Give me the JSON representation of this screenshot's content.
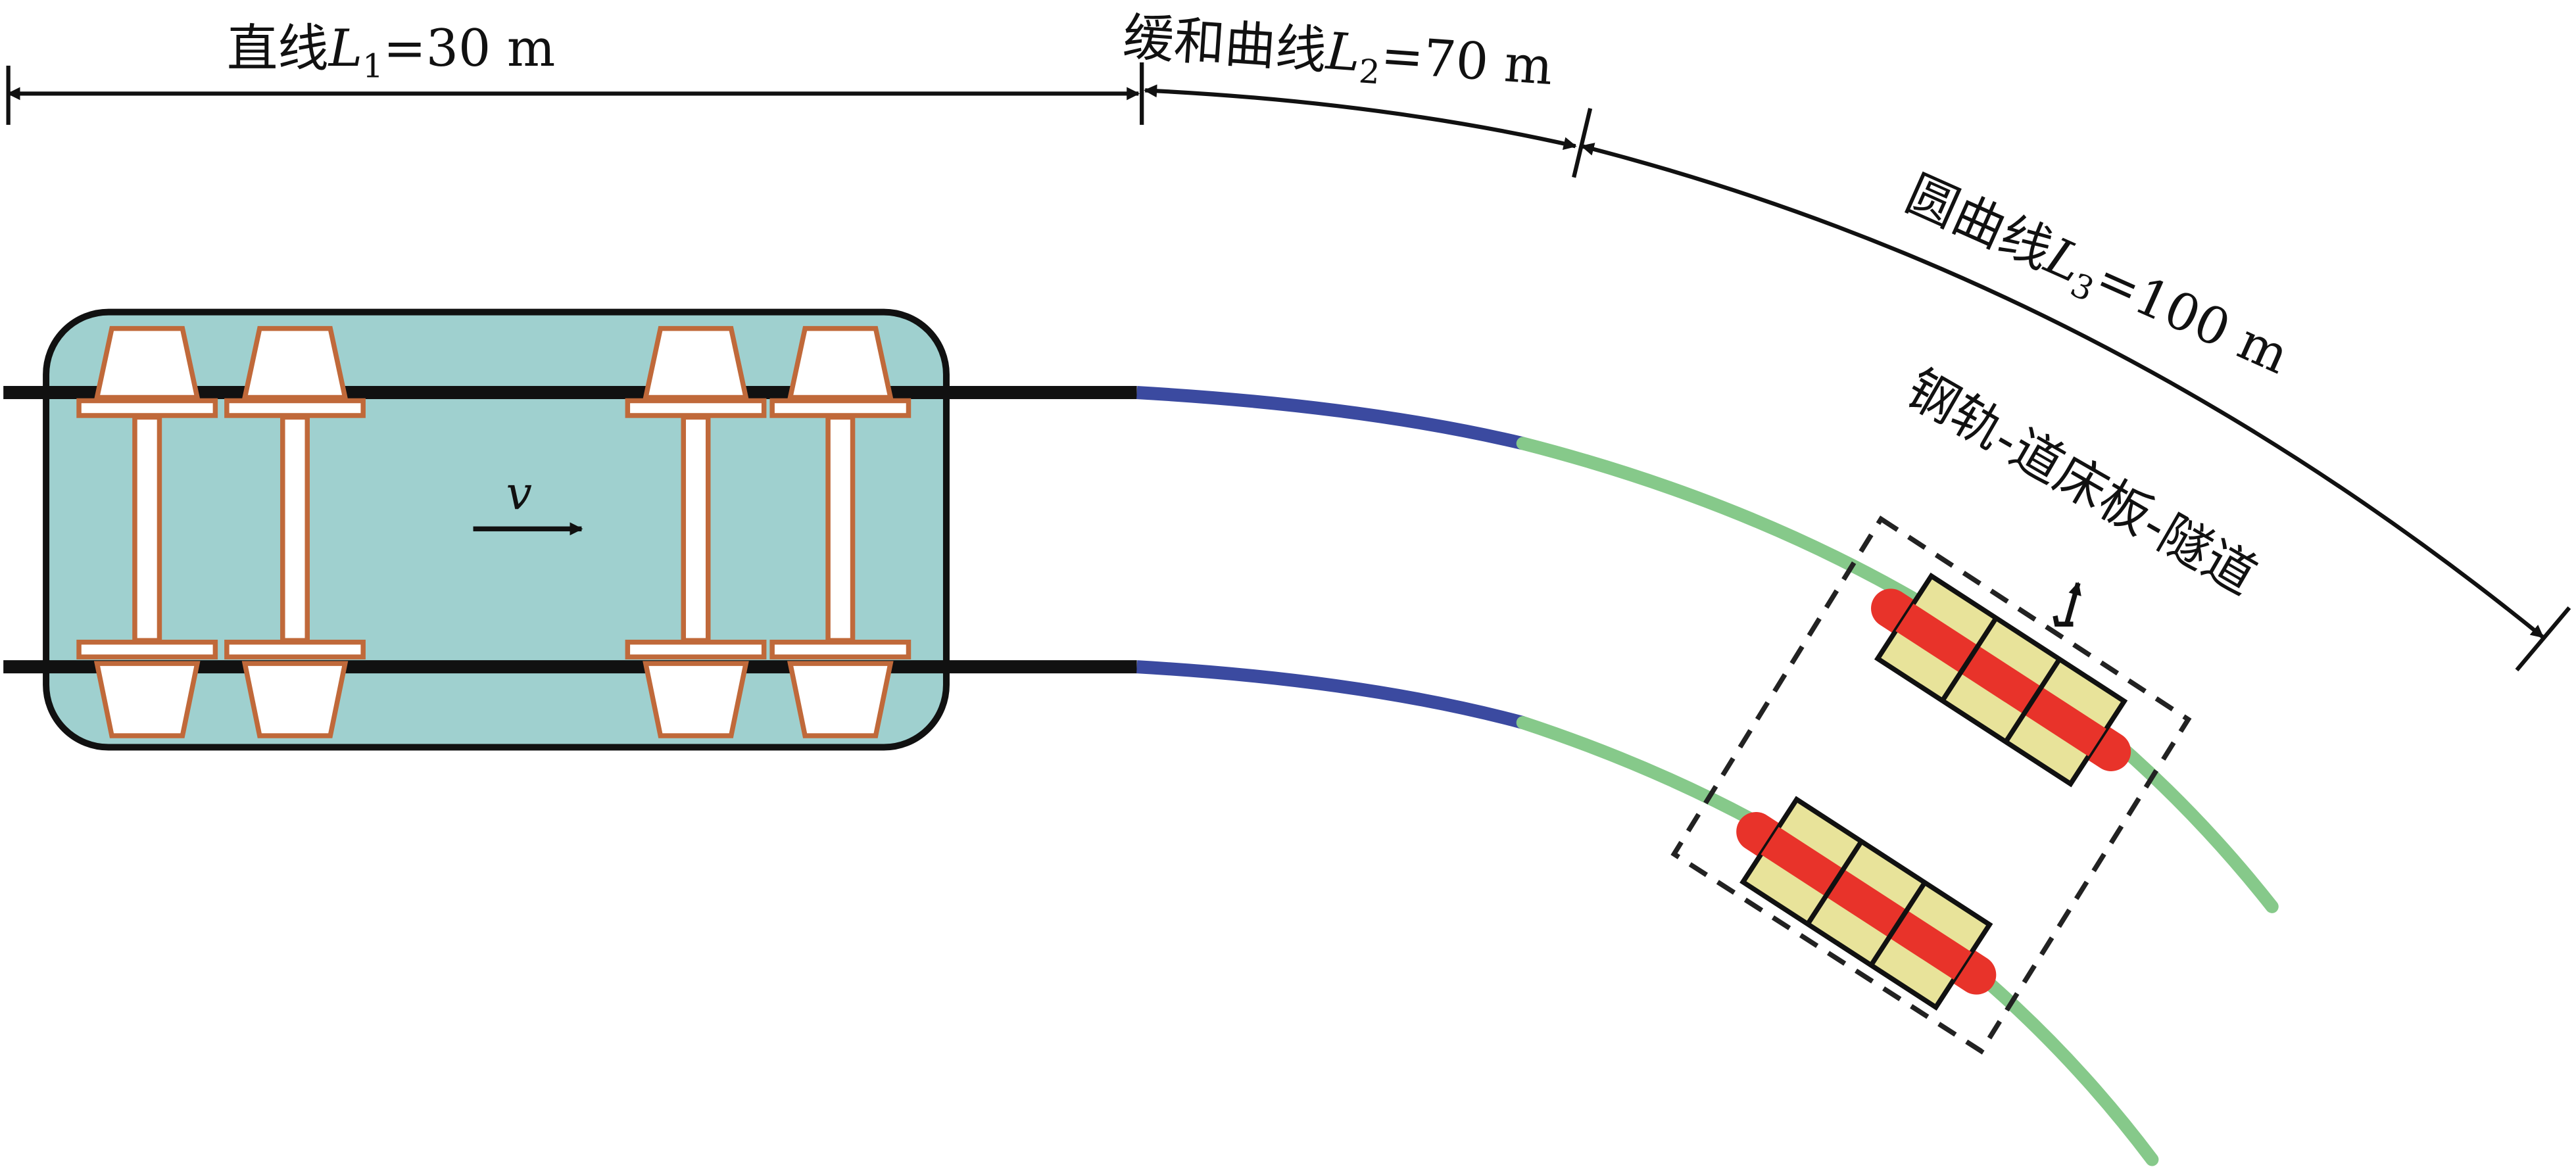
{
  "labels": {
    "l1": {
      "prefix": "直线",
      "var": "L",
      "sub": "1",
      "suffix": "=30 m"
    },
    "l2": {
      "prefix": "缓和曲线",
      "var": "L",
      "sub": "2",
      "suffix": "=70 m"
    },
    "l3": {
      "prefix": "圆曲线",
      "var": "L",
      "sub": "3",
      "suffix": "=100 m"
    },
    "velocity": "v",
    "section": "钢轨-道床板-隧道"
  },
  "colors": {
    "vehicle_fill": "#9fd0cf",
    "wheel_outline": "#c0693a",
    "rail_straight": "#111111",
    "rail_transition": "#3b4aa0",
    "rail_circular": "#86c98a",
    "slab_fill": "#e8e39a",
    "slab_rail": "#e8332a"
  }
}
